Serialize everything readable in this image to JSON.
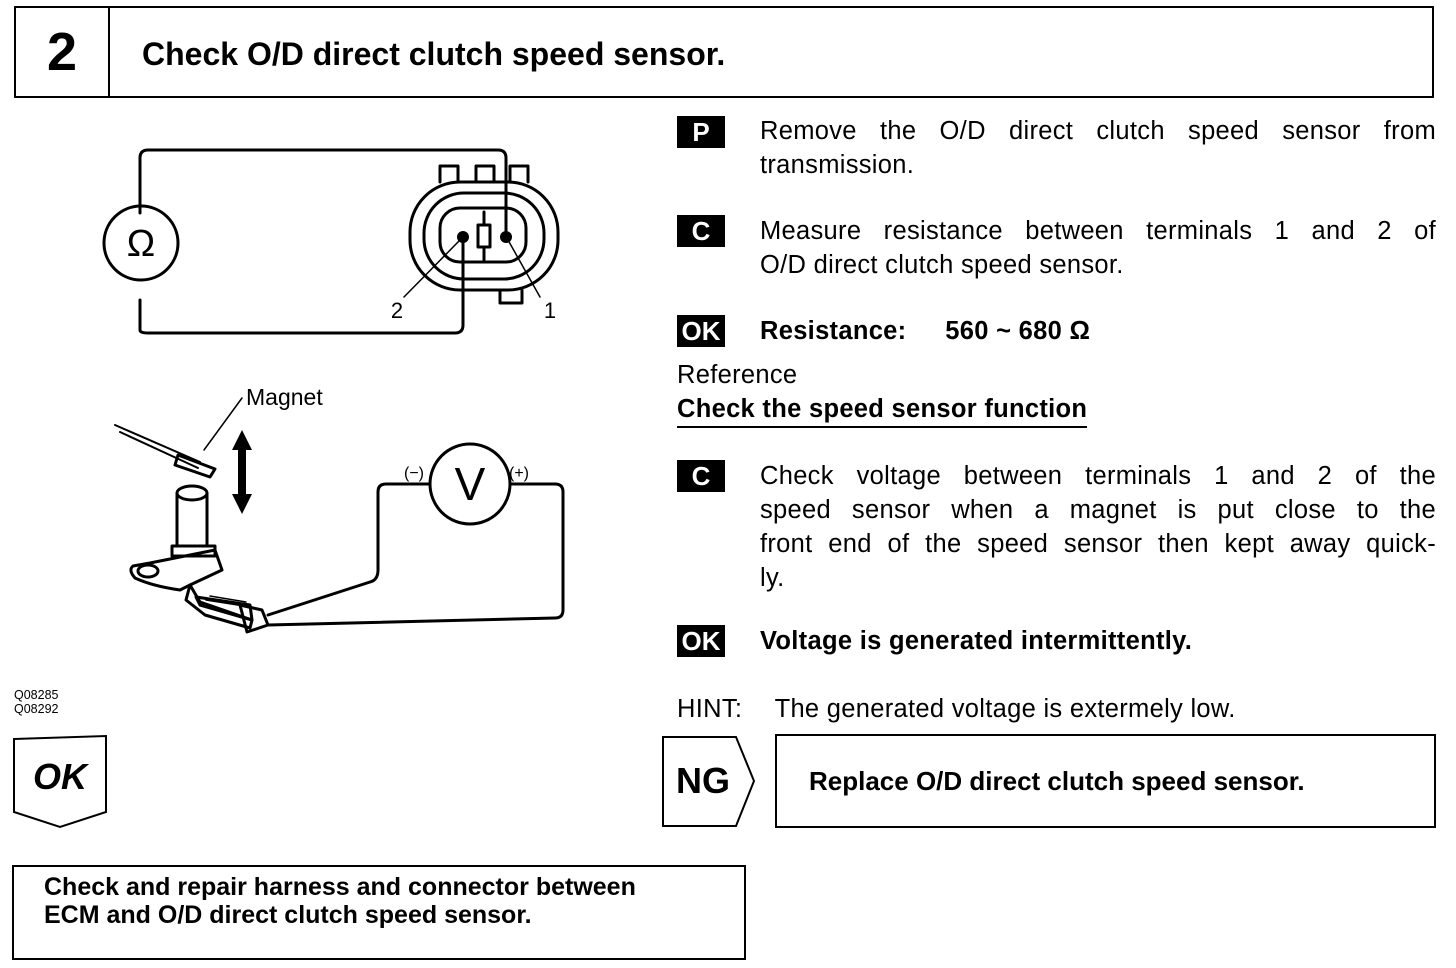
{
  "header": {
    "step_number": "2",
    "title": "Check O/D direct clutch speed sensor."
  },
  "figure": {
    "ohmmeter_symbol": "Ω",
    "voltmeter_symbol": "V",
    "terminal_2": "2",
    "terminal_1": "1",
    "magnet_label": "Magnet",
    "neg_label": "(−)",
    "pos_label": "(+)",
    "ids": [
      "Q08285",
      "Q08292"
    ]
  },
  "steps": [
    {
      "tag": "P",
      "lines": [
        "Remove the O/D direct clutch speed sensor from",
        "transmission."
      ]
    },
    {
      "tag": "C",
      "lines": [
        "Measure resistance between terminals 1 and 2 of",
        "O/D direct clutch speed sensor."
      ]
    }
  ],
  "ok1": {
    "tag": "OK",
    "label": "Resistance:",
    "value": "560 ~ 680 Ω"
  },
  "reference": {
    "label": "Reference",
    "heading": "Check the speed sensor function"
  },
  "step3": {
    "tag": "C",
    "lines": [
      "Check voltage between terminals 1 and 2 of the",
      "speed sensor when a magnet is put close to the",
      "front end of the speed sensor then kept away quick-",
      "ly."
    ]
  },
  "ok2": {
    "tag": "OK",
    "text": "Voltage is generated intermittently."
  },
  "hint": {
    "label": "HINT:",
    "text": "The generated voltage is extermely low."
  },
  "ng": {
    "label": "NG",
    "action": "Replace O/D direct clutch speed sensor."
  },
  "ok_nav": {
    "label": "OK"
  },
  "next_action": {
    "lines": [
      "Check and repair harness and connector between",
      "ECM and O/D direct clutch speed sensor."
    ]
  }
}
